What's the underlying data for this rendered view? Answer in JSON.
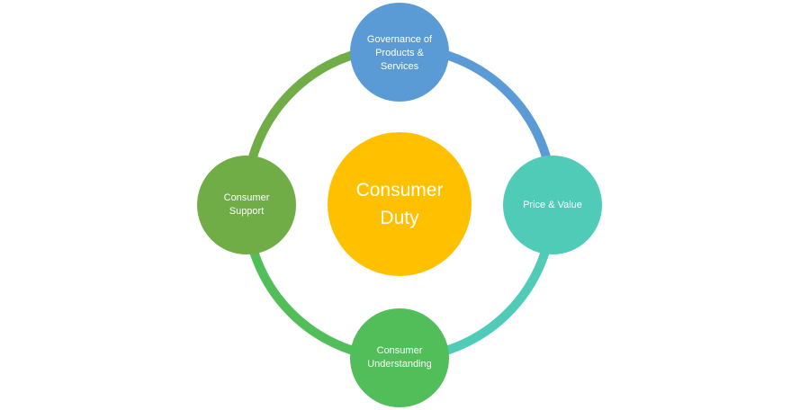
{
  "center": {
    "label": "Consumer\nDuty",
    "color": "#FFC000"
  },
  "nodes": [
    {
      "id": "top",
      "label": "Governance of\nProducts &\nServices",
      "color": "#5B9BD5"
    },
    {
      "id": "right",
      "label": "Price & Value",
      "color": "#4FCBB8"
    },
    {
      "id": "bottom",
      "label": "Consumer\nUnderstanding",
      "color": "#52BE5A"
    },
    {
      "id": "left",
      "label": "Consumer\nSupport",
      "color": "#70AD47"
    }
  ],
  "ring_segments": [
    {
      "from": "top",
      "to": "right",
      "color": "#5B9BD5"
    },
    {
      "from": "right",
      "to": "bottom",
      "color": "#4FCBB8"
    },
    {
      "from": "bottom",
      "to": "left",
      "color": "#52BE5A"
    },
    {
      "from": "left",
      "to": "top",
      "color": "#70AD47"
    }
  ]
}
